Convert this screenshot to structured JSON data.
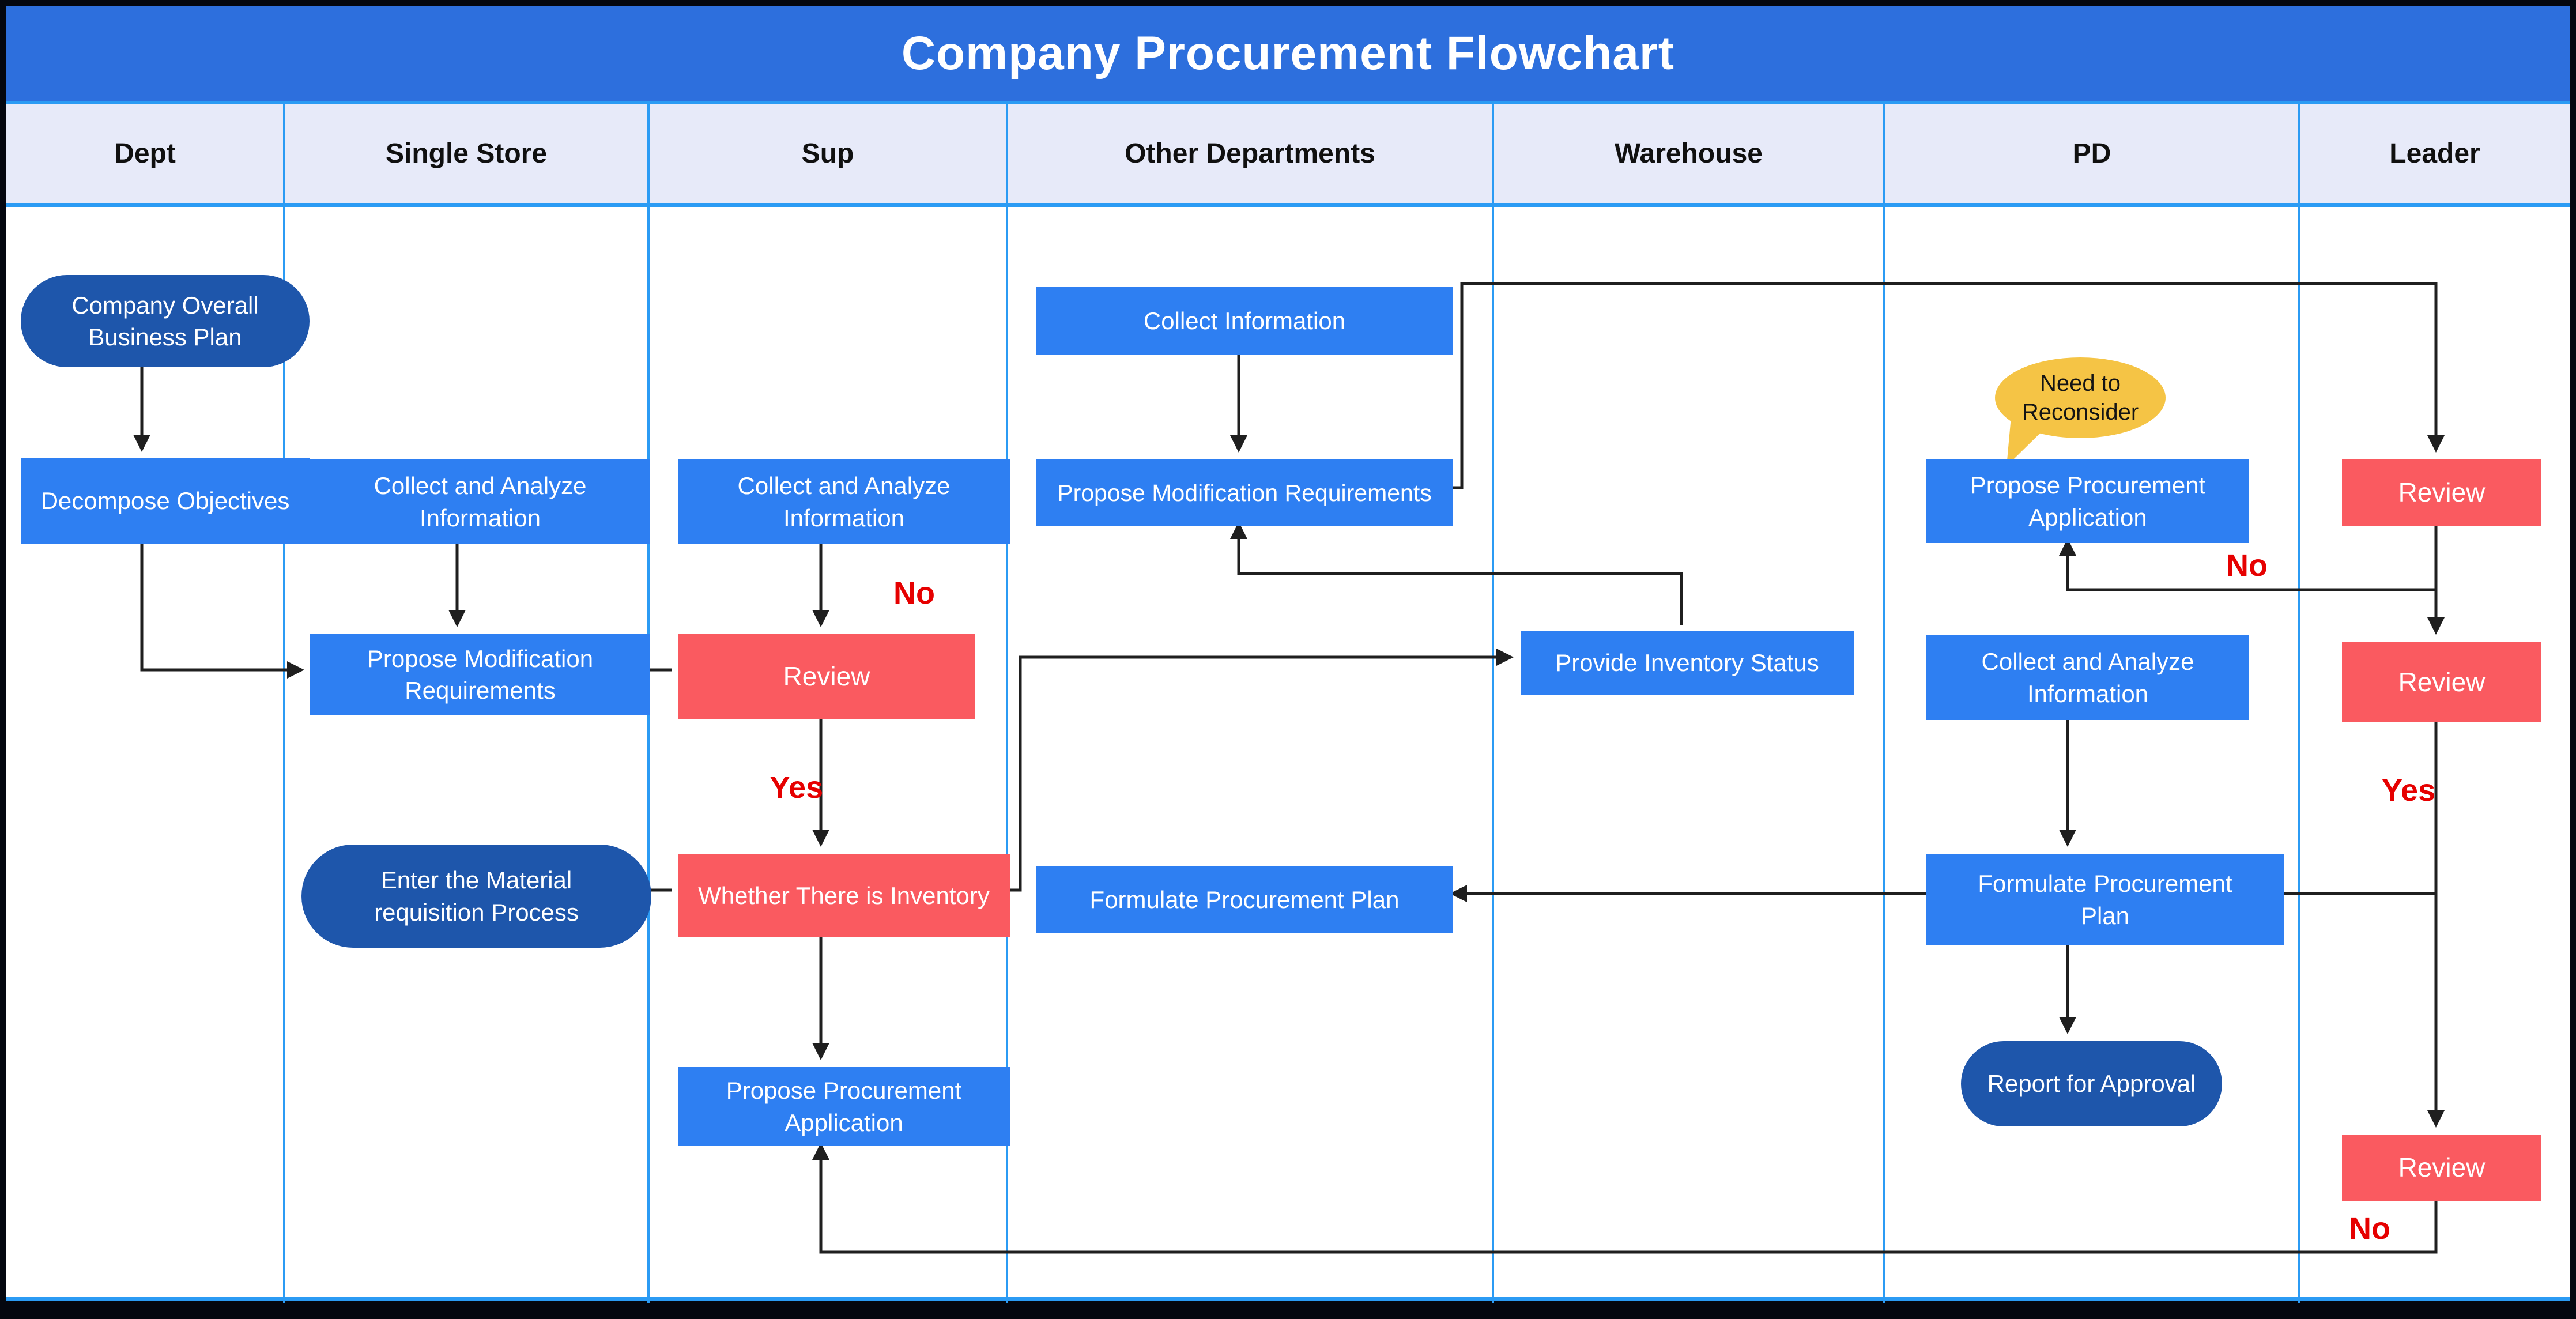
{
  "title": "Company Procurement Flowchart",
  "lanes": [
    {
      "label": "Dept"
    },
    {
      "label": "Single Store"
    },
    {
      "label": "Sup"
    },
    {
      "label": "Other Departments"
    },
    {
      "label": "Warehouse"
    },
    {
      "label": "PD"
    },
    {
      "label": "Leader"
    }
  ],
  "nodes": {
    "company_overall_business_plan": {
      "label": "Company Overall Business Plan"
    },
    "decompose_objectives": {
      "label": "Decompose Objectives"
    },
    "collect_analyze_info_single_store": {
      "label": "Collect and Analyze Information"
    },
    "propose_modification_requirements_single_store": {
      "label": "Propose Modification Requirements"
    },
    "enter_material_requisition_process": {
      "label": "Enter the Material requisition Process"
    },
    "collect_analyze_info_sup": {
      "label": "Collect and Analyze Information"
    },
    "review_sup": {
      "label": "Review"
    },
    "whether_there_is_inventory": {
      "label": "Whether There is Inventory"
    },
    "propose_procurement_application_sup": {
      "label": "Propose Procurement Application"
    },
    "collect_information": {
      "label": "Collect Information"
    },
    "propose_modification_requirements_other": {
      "label": "Propose Modification Requirements"
    },
    "formulate_procurement_plan_other": {
      "label": "Formulate Procurement Plan"
    },
    "provide_inventory_status": {
      "label": "Provide Inventory Status"
    },
    "need_to_reconsider": {
      "label": "Need to Reconsider"
    },
    "propose_procurement_application_pd": {
      "label": "Propose Procurement Application"
    },
    "collect_analyze_info_pd": {
      "label": "Collect and Analyze Information"
    },
    "formulate_procurement_plan_pd": {
      "label": "Formulate Procurement Plan"
    },
    "report_for_approval": {
      "label": "Report for Approval"
    },
    "review_leader_1": {
      "label": "Review"
    },
    "review_leader_2": {
      "label": "Review"
    },
    "review_leader_3": {
      "label": "Review"
    }
  },
  "edge_labels": {
    "no_review_sup": "No",
    "yes_review_sup": "Yes",
    "no_review_leader_2": "No",
    "yes_review_leader_2": "Yes",
    "no_review_leader_3": "No"
  },
  "colors": {
    "title_bar": "#2D6FDD",
    "header_bg": "#E7EAF9",
    "grid_blue": "#2B9BF4",
    "process_blue": "#2E7FF2",
    "terminator_blue": "#1E56AB",
    "decision_red": "#FA5A60",
    "callout_yellow": "#F5C445",
    "edge_label_red": "#E60000",
    "connector_black": "#1F1F1F",
    "frame_black": "#04070F"
  }
}
